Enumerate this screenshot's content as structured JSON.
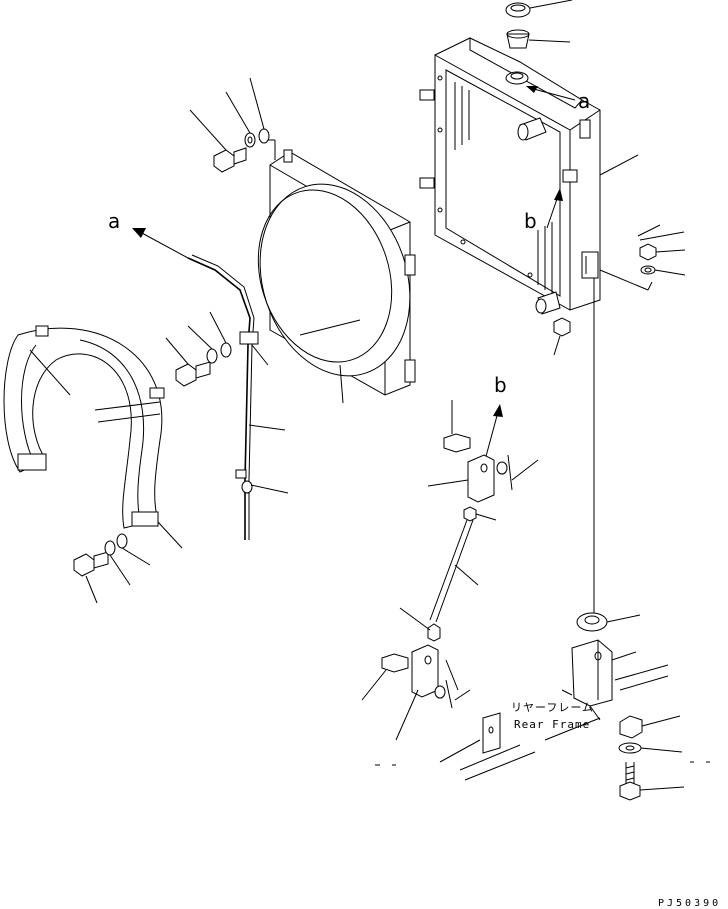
{
  "labels": {
    "a_left": "a",
    "a_right": "a",
    "b_right": "b",
    "b_center": "b"
  },
  "frame_label": {
    "japanese": "リヤーフレーム",
    "english": "Rear Frame"
  },
  "drawing_code": "PJ50390",
  "colors": {
    "line": "#000000",
    "background": "#ffffff"
  }
}
